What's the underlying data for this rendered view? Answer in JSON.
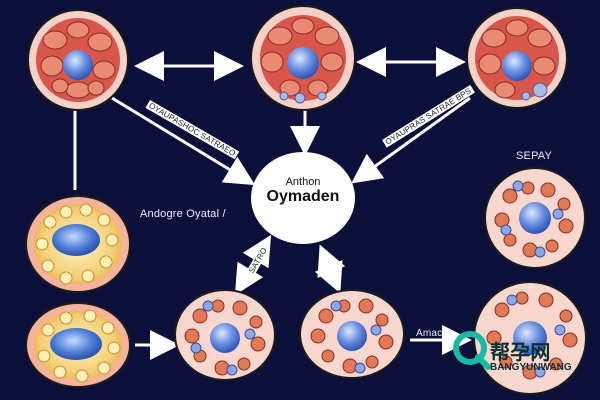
{
  "diagram": {
    "center": {
      "title": "Anthon",
      "subtitle": "Oymaden"
    },
    "labels": {
      "top_left_arrow": "OYAUPASHOC SATRAEO",
      "top_right_arrow": "OYAUPRAS SATRAE BPS",
      "right_heading": "SEPAY",
      "left_mid": "Andogre Oyatal /",
      "lower_left_arrow": "SATRO",
      "bottom_right_arrow": "Amacel"
    },
    "watermark": {
      "brand": "帮孕网",
      "domain": "BANGYUNWANG"
    },
    "colors": {
      "background": "#0b0f3a",
      "cell_pink": "#f4c1b5",
      "cell_red": "#c8473a",
      "nucleus_blue": "#6a8fe0",
      "arrow": "#ffffff"
    }
  }
}
